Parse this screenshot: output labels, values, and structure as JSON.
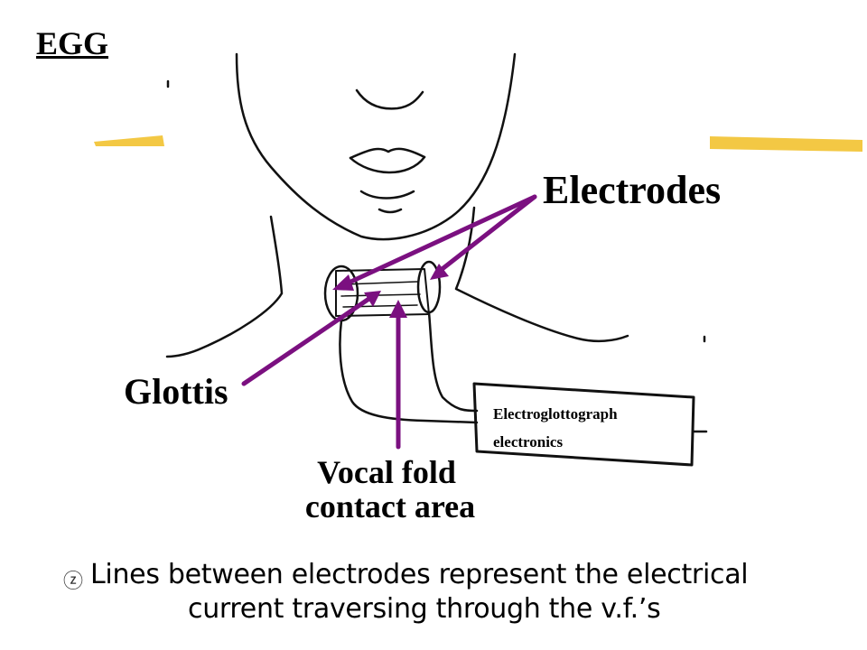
{
  "title": "EGG",
  "labels": {
    "electrodes": "Electrodes",
    "glottis": "Glottis",
    "vocal_fold_line1": "Vocal fold",
    "vocal_fold_line2": "contact area",
    "device_line1": "Electroglottograph",
    "device_line2": "electronics"
  },
  "bullet": {
    "icon": "z-bullet-icon",
    "line1": "Lines between electrodes represent the electrical",
    "line2": "current traversing through the v.f.’s"
  },
  "colors": {
    "arrow": "#7b1080",
    "highlight": "#f2c230",
    "ink": "#111111"
  }
}
